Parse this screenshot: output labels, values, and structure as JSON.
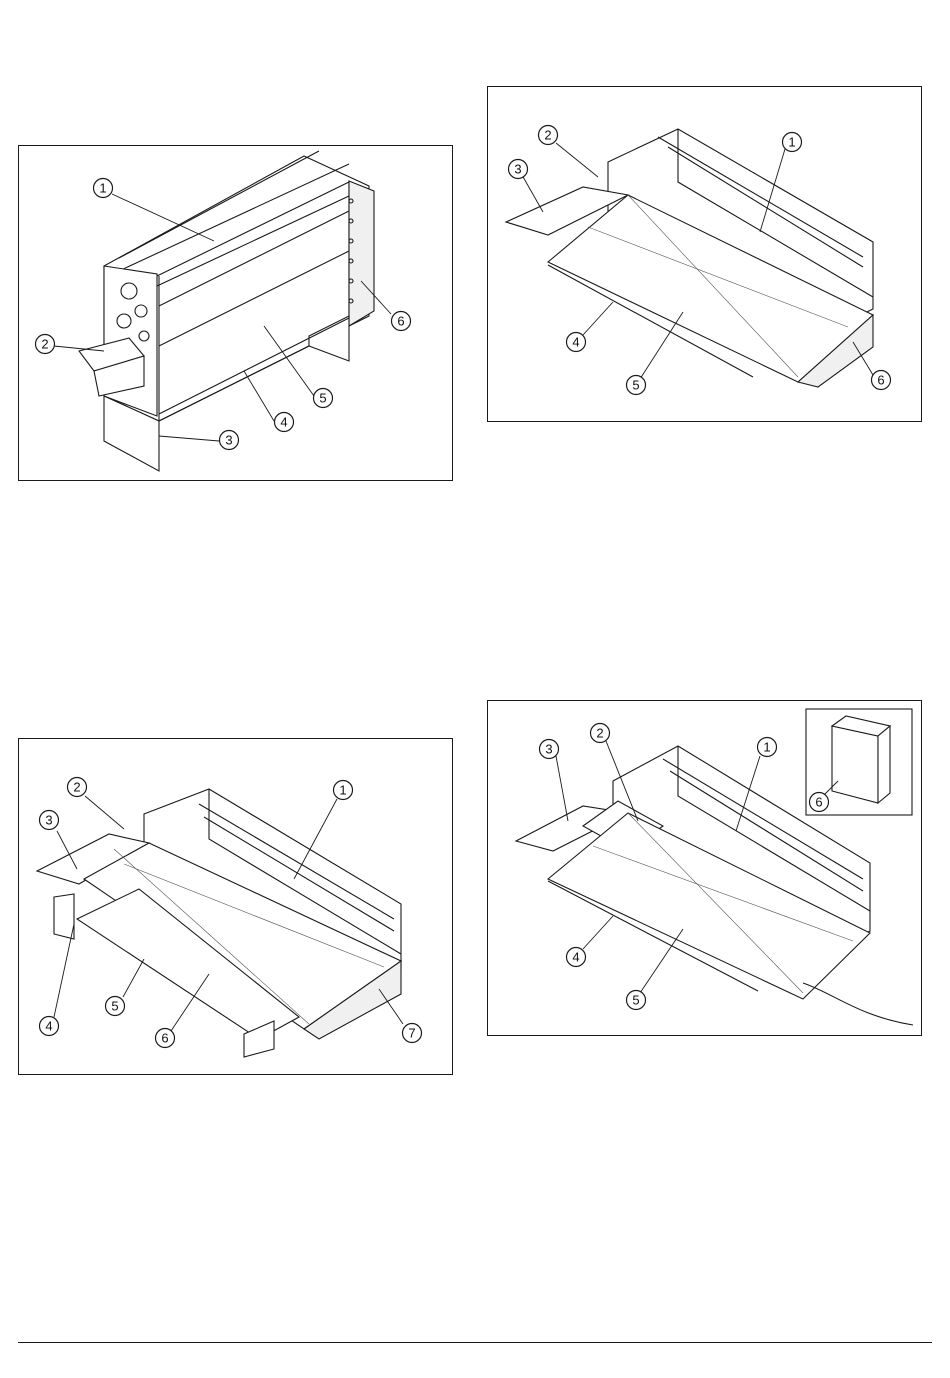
{
  "figures": [
    {
      "id": "fig-a",
      "callouts": [
        "1",
        "2",
        "3",
        "4",
        "5",
        "6"
      ]
    },
    {
      "id": "fig-b",
      "callouts": [
        "1",
        "2",
        "3",
        "4",
        "5",
        "6"
      ]
    },
    {
      "id": "fig-c",
      "callouts": [
        "1",
        "2",
        "3",
        "4",
        "5",
        "6",
        "7"
      ]
    },
    {
      "id": "fig-d",
      "callouts": [
        "1",
        "2",
        "3",
        "4",
        "5",
        "6"
      ]
    }
  ]
}
